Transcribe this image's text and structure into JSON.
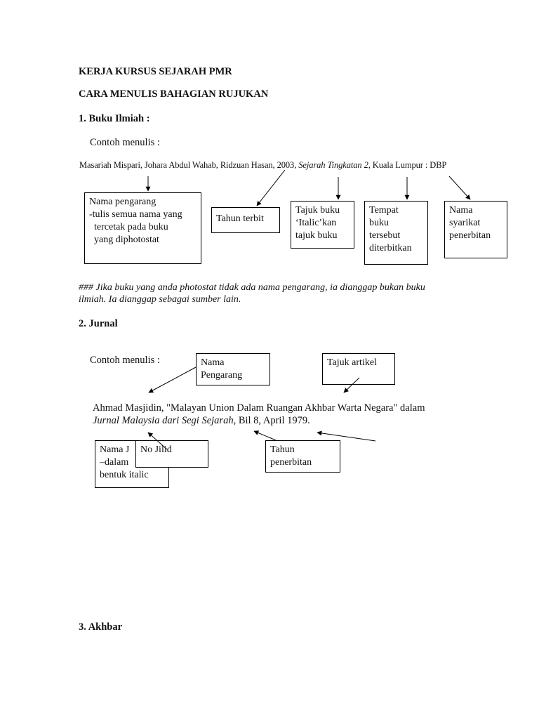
{
  "header": {
    "title": "KERJA KURSUS SEJARAH PMR",
    "subtitle": "CARA MENULIS BAHAGIAN RUJUKAN"
  },
  "section1": {
    "heading": "1.  Buku Ilmiah :",
    "example_label": "Contoh menulis :",
    "citation": {
      "part1": "Masariah Mispari, Johara Abdul Wahab, Ridzuan Hasan, 2003, ",
      "italic": "Sejarah Tingkatan 2",
      "part2": ", Kuala Lumpur : DBP"
    },
    "boxes": {
      "author": [
        "Nama pengarang",
        "-tulis semua nama yang",
        "  tercetak pada buku",
        "  yang diphotostat"
      ],
      "year": [
        "Tahun terbit"
      ],
      "title": [
        "Tajuk buku",
        "‘Italic’kan",
        "tajuk buku"
      ],
      "place": [
        "Tempat",
        "buku",
        "tersebut",
        "diterbitkan"
      ],
      "publisher": [
        "Nama",
        "syarikat",
        "penerbitan"
      ]
    },
    "note": {
      "line1": "### Jika buku yang anda photostat tidak ada nama pengarang, ia dianggap bukan buku",
      "line2": "ilmiah.  Ia dianggap sebagai sumber lain."
    }
  },
  "section2": {
    "heading": "2. Jurnal",
    "example_label": "Contoh menulis :",
    "citation": {
      "line1": "Ahmad Masjidin, \"Malayan Union Dalam Ruangan Akhbar Warta Negara\" dalam",
      "italic": "Jurnal Malaysia dari Segi Sejarah,",
      "line2_rest": " Bil 8, April 1979."
    },
    "boxes": {
      "author": [
        "Nama",
        "Pengarang"
      ],
      "article": [
        "Tajuk artikel"
      ],
      "journal": [
        "Nama J",
        "–dalam",
        "bentuk italic"
      ],
      "volume": [
        "No Jilid"
      ],
      "year": [
        "Tahun",
        "penerbitan"
      ]
    }
  },
  "section3": {
    "heading": "3.  Akhbar"
  }
}
